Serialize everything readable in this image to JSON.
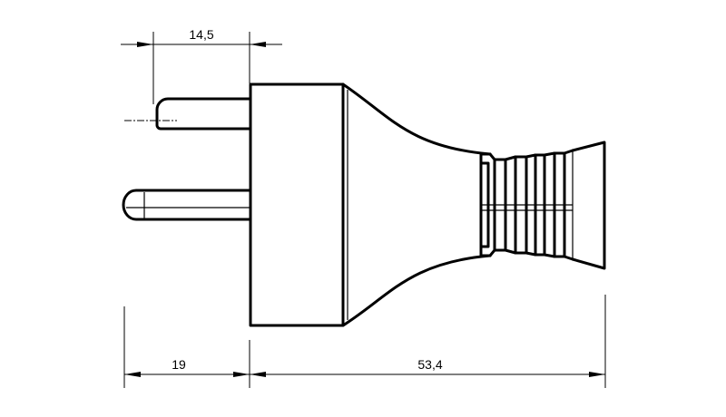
{
  "dimensions": {
    "pin_length": "14,5",
    "pin_overall": "19",
    "body_length": "53,4"
  }
}
